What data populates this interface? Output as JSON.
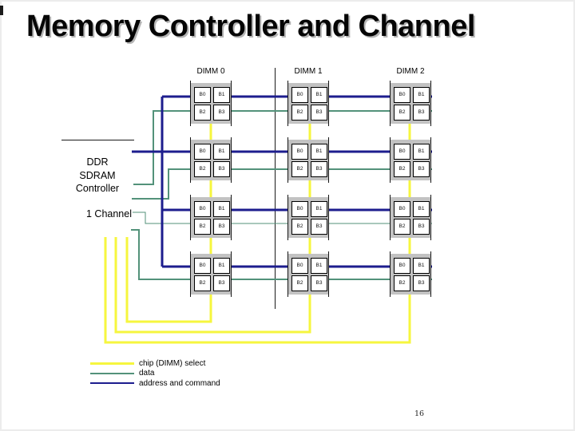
{
  "slide": {
    "title": "Memory Controller and Channel",
    "page_number": "16"
  },
  "diagram": {
    "dimm_labels": [
      "DIMM 0",
      "DIMM 1",
      "DIMM 2"
    ],
    "controller_label_lines": [
      "DDR",
      "SDRAM",
      "Controller"
    ],
    "channel_label": "1 Channel",
    "chip_labels": [
      "B0",
      "B1",
      "B2",
      "B3"
    ],
    "colors": {
      "chip_select": "#f6f63e",
      "data": "#53927a",
      "address_command": "#1d1d8e",
      "box_fill": "#c2c2c2",
      "line_black": "#1a1a1a"
    },
    "legend": [
      {
        "label": "chip (DIMM) select",
        "color_key": "chip_select"
      },
      {
        "label": "data",
        "color_key": "data"
      },
      {
        "label": "address and command",
        "color_key": "address_command"
      }
    ]
  }
}
